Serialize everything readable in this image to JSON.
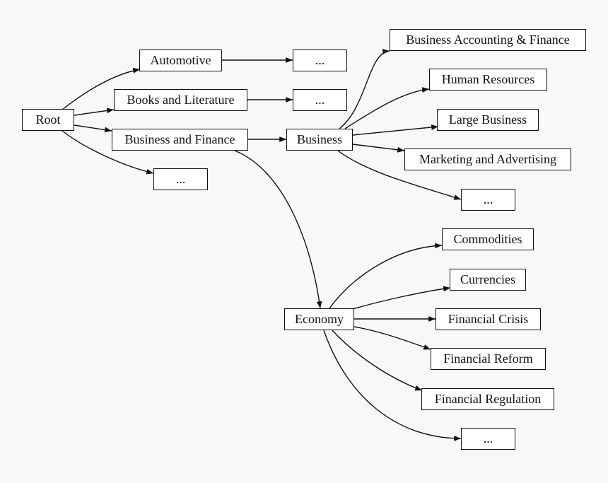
{
  "diagram": {
    "nodes": {
      "root": "Root",
      "automotive": "Automotive",
      "books": "Books and Literature",
      "busfin": "Business and Finance",
      "root_more": "...",
      "auto_more": "...",
      "books_more": "...",
      "business": "Business",
      "economy": "Economy",
      "bus_acct": "Business Accounting & Finance",
      "human_res": "Human Resources",
      "large_bus": "Large Business",
      "marketing": "Marketing and Advertising",
      "bus_more": "...",
      "commodities": "Commodities",
      "currencies": "Currencies",
      "fin_crisis": "Financial Crisis",
      "fin_reform": "Financial Reform",
      "fin_regulation": "Financial Regulation",
      "econ_more": "..."
    },
    "edges": [
      [
        "root",
        "automotive"
      ],
      [
        "root",
        "books"
      ],
      [
        "root",
        "busfin"
      ],
      [
        "root",
        "root_more"
      ],
      [
        "automotive",
        "auto_more"
      ],
      [
        "books",
        "books_more"
      ],
      [
        "busfin",
        "business"
      ],
      [
        "busfin",
        "economy"
      ],
      [
        "business",
        "bus_acct"
      ],
      [
        "business",
        "human_res"
      ],
      [
        "business",
        "large_bus"
      ],
      [
        "business",
        "marketing"
      ],
      [
        "business",
        "bus_more"
      ],
      [
        "economy",
        "commodities"
      ],
      [
        "economy",
        "currencies"
      ],
      [
        "economy",
        "fin_crisis"
      ],
      [
        "economy",
        "fin_reform"
      ],
      [
        "economy",
        "fin_regulation"
      ],
      [
        "economy",
        "econ_more"
      ]
    ]
  }
}
